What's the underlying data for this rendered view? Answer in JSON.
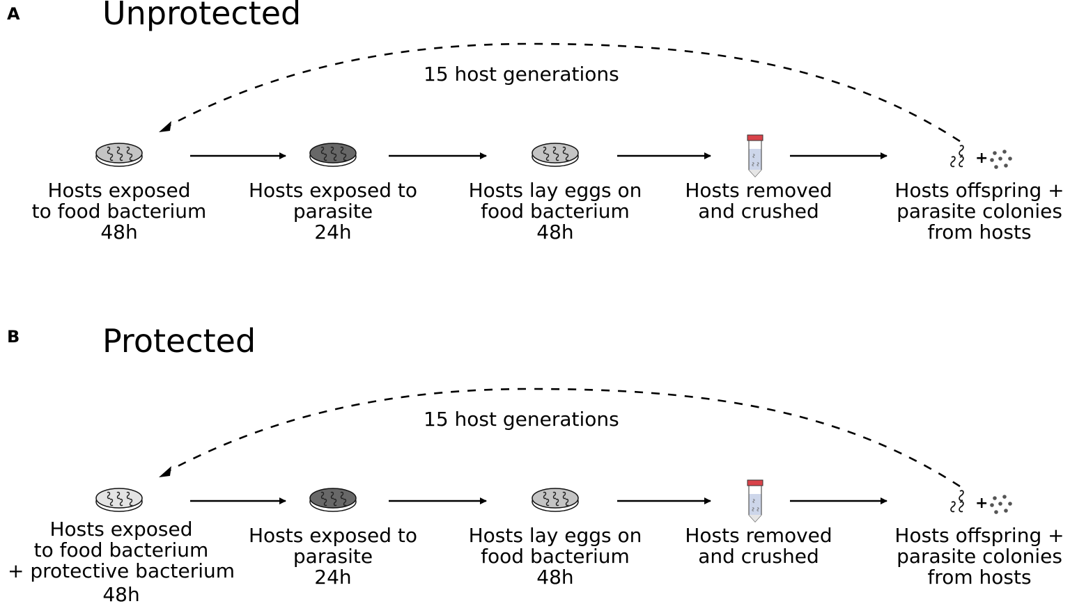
{
  "panels": [
    {
      "letter": "A",
      "title": "Unprotected",
      "loop_label": "15 host generations",
      "steps": [
        {
          "icon": "petri-dish-light-gray-icon",
          "lines": [
            "Hosts exposed",
            "to food bacterium",
            "48h"
          ]
        },
        {
          "icon": "petri-dish-dark-gray-icon",
          "lines": [
            "Hosts exposed to",
            "parasite",
            "24h"
          ]
        },
        {
          "icon": "petri-dish-light-gray-icon",
          "lines": [
            "Hosts lay eggs on",
            "food bacterium",
            "48h"
          ]
        },
        {
          "icon": "test-tube-icon",
          "lines": [
            "Hosts removed",
            "and crushed"
          ]
        },
        {
          "icon": "worms-plus-colonies-icon",
          "lines": [
            "Hosts offspring +",
            "parasite colonies",
            "from hosts"
          ]
        }
      ]
    },
    {
      "letter": "B",
      "title": "Protected",
      "loop_label": "15 host generations",
      "steps": [
        {
          "icon": "petri-dish-very-light-gray-icon",
          "lines": [
            "Hosts exposed",
            "to food bacterium",
            "+ protective bacterium",
            "48h"
          ]
        },
        {
          "icon": "petri-dish-dark-gray-icon",
          "lines": [
            "Hosts exposed to",
            "parasite",
            "24h"
          ]
        },
        {
          "icon": "petri-dish-light-gray-icon",
          "lines": [
            "Hosts lay eggs on",
            "food bacterium",
            "48h"
          ]
        },
        {
          "icon": "test-tube-icon",
          "lines": [
            "Hosts removed",
            "and crushed"
          ]
        },
        {
          "icon": "worms-plus-colonies-icon",
          "lines": [
            "Hosts offspring +",
            "parasite colonies",
            "from hosts"
          ]
        }
      ]
    }
  ],
  "colors": {
    "dish_light": "#c4c4c4",
    "dish_very_light": "#e4e4e4",
    "dish_dark": "#686868",
    "tube_cap": "#d9434a",
    "tube_liquid": "#cdd6ea",
    "colony_dot": "#555555"
  }
}
